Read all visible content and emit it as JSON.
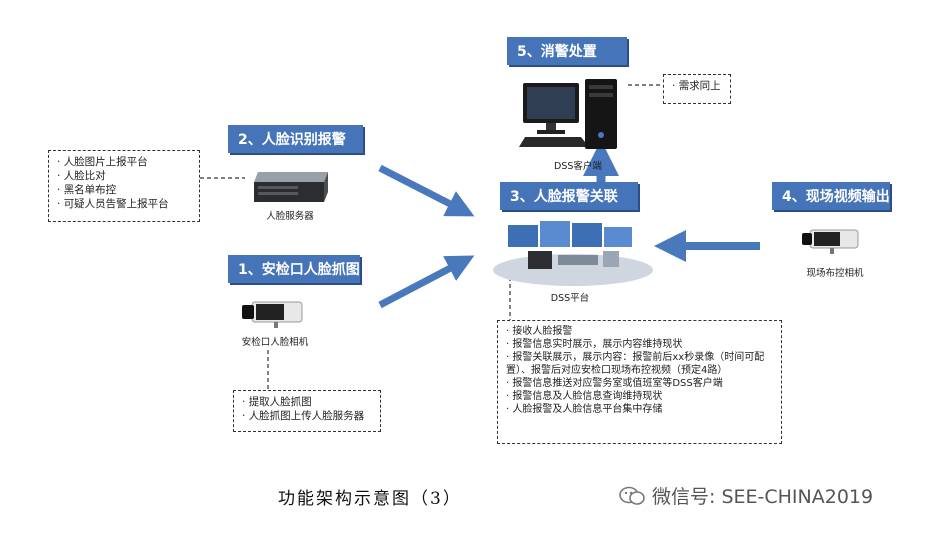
{
  "labels": {
    "alarm_handling": "5、消警处置",
    "face_recognition": "2、人脸识别报警",
    "linkage": "3、人脸报警关联",
    "capture": "1、安检口人脸抓图",
    "live_video": "4、现场视频输出"
  },
  "captions": {
    "dss_client": "DSS客户端",
    "face_server": "人脸服务器",
    "dss_platform": "DSS平台",
    "site_camera": "现场布控相机",
    "checkpoint_camera": "安检口人脸相机"
  },
  "notes": {
    "client": [
      "需求同上"
    ],
    "server": [
      "人脸图片上报平台",
      "人脸比对",
      "黑名单布控",
      "可疑人员告警上报平台"
    ],
    "capture": [
      "提取人脸抓图",
      "人脸抓图上传人脸服务器"
    ],
    "platform": [
      "接收人脸报警",
      "报警信息实时展示，展示内容维持现状",
      "报警关联展示，展示内容：报警前后xx秒录像（时间可配置）、报警后对应安检口现场布控视频（预定4路）",
      "报警信息推送对应警务室或值班室等DSS客户端",
      "报警信息及人脸信息查询维持现状",
      "人脸报警及人脸信息平台集中存储"
    ]
  },
  "figure_caption": "功能架构示意图（3）",
  "watermark": "微信号: SEE-CHINA2019",
  "colors": {
    "label_bg": "#4574b8",
    "arrow": "#4a78bd"
  }
}
